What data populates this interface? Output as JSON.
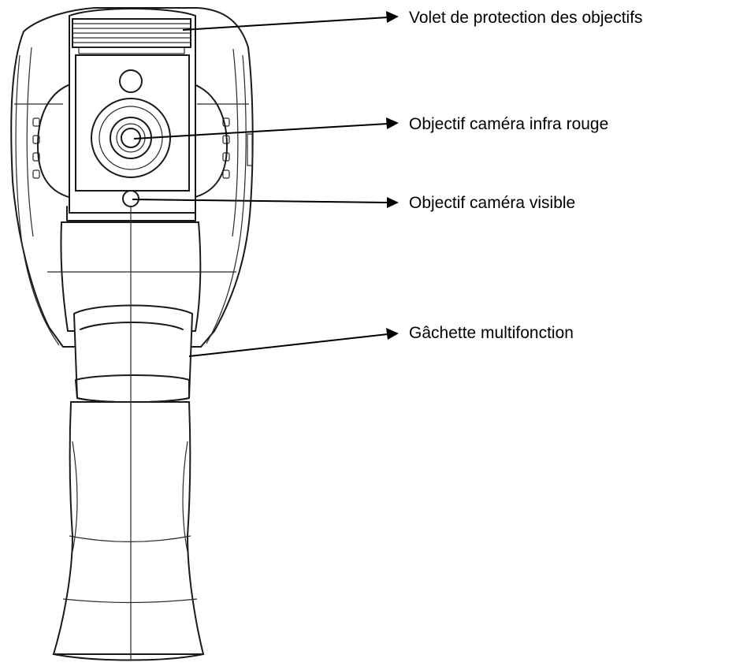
{
  "callouts": [
    {
      "id": "lens-shutter",
      "label": "Volet de protection des objectifs"
    },
    {
      "id": "ir-lens",
      "label": "Objectif caméra infra rouge"
    },
    {
      "id": "visible-lens",
      "label": "Objectif caméra visible"
    },
    {
      "id": "trigger",
      "label": "Gâchette multifonction"
    }
  ],
  "colors": {
    "line": "#1a1a1a",
    "background": "#ffffff"
  }
}
